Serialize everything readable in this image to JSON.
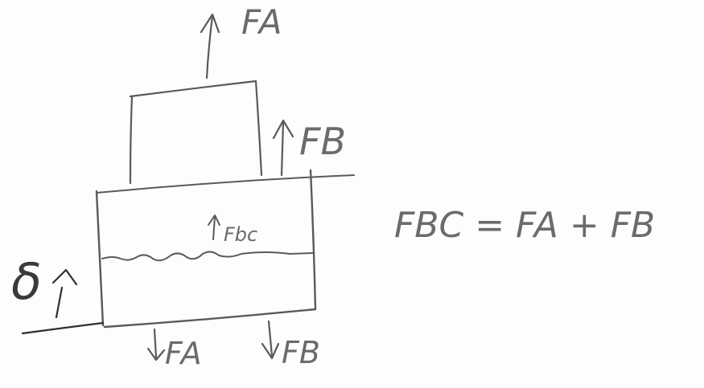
{
  "labels": {
    "force_a_top": "FA",
    "force_b_right": "FB",
    "force_bc_internal": "Fbc",
    "equation": "FBC = FA + FB",
    "force_a_bottom": "FA",
    "force_b_bottom": "FB",
    "delta": "δ"
  }
}
